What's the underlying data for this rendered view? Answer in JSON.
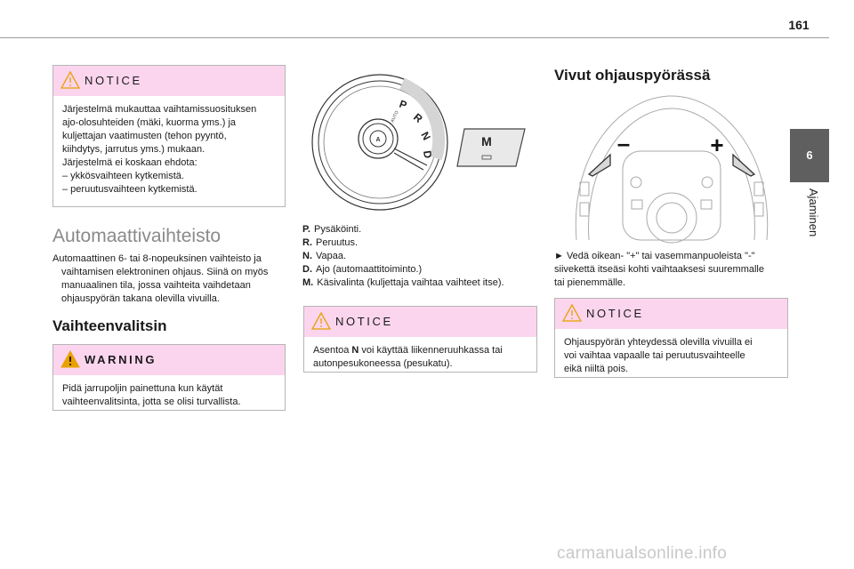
{
  "page_number": "161",
  "chapter": {
    "number": "6",
    "title": "Ajaminen"
  },
  "notice_1": {
    "title": "NOTICE",
    "lines": [
      "Järjestelmä mukauttaa vaihtamissuosituksen",
      "ajo-olosuhteiden (mäki, kuorma yms.) ja",
      "kuljettajan vaatimusten (tehon pyyntö,",
      "kiihdytys, jarrutus yms.) mukaan.",
      "Järjestelmä ei koskaan ehdota:",
      "–  ykkösvaihteen kytkemistä.",
      "–  peruutusvaihteen kytkemistä."
    ]
  },
  "auto_section": {
    "heading": "Automaattivaihteisto",
    "lines": [
      "Automaattinen 6- tai 8-nopeuksinen vaihteisto ja",
      "vaihtamisen elektroninen ohjaus. Siinä on myös",
      "manuaalinen tila, jossa vaihteita vaihdetaan",
      "ohjauspyörän takana olevilla vivuilla."
    ]
  },
  "selector_section": {
    "heading": "Vaihteenvalitsin"
  },
  "warning": {
    "title": "WARNING",
    "lines": [
      "Pidä jarrupoljin painettuna kun käytät",
      "vaihteenvalitsinta, jotta se olisi turvallista."
    ]
  },
  "selector_illustration": {
    "dial_letters": [
      "P",
      "R",
      "N",
      "D"
    ],
    "button_letter": "M",
    "badge_text": "AUTO"
  },
  "gear_list": [
    {
      "key": "P.",
      "text": "Pysäköinti."
    },
    {
      "key": "R.",
      "text": "Peruutus."
    },
    {
      "key": "N.",
      "text": "Vapaa."
    },
    {
      "key": "D.",
      "text": "Ajo (automaattitoiminto.)"
    },
    {
      "key": "M.",
      "text": "Käsivalinta (kuljettaja vaihtaa vaihteet itse)."
    }
  ],
  "notice_2": {
    "title": "NOTICE",
    "line1_pre": "Asentoa ",
    "line1_bold": "N",
    "line1_post": " voi käyttää liikenneruuhkassa tai",
    "line2": "autonpesukoneessa (pesukatu)."
  },
  "paddles_section": {
    "heading": "Vivut ohjauspyörässä",
    "paddle_minus": "–",
    "paddle_plus": "+",
    "instruction_lines": [
      "►  Vedä oikean- \"+\" tai vasemmanpuoleista \"-\"",
      "siivekettä itseäsi kohti vaihtaaksesi suuremmalle",
      "tai pienemmälle."
    ]
  },
  "notice_3": {
    "title": "NOTICE",
    "lines": [
      "Ohjauspyörän yhteydessä olevilla vivuilla ei",
      "voi vaihtaa vapaalle tai peruutusvaihteelle",
      "eikä niiltä pois."
    ]
  },
  "watermark": "carmanualsonline.info",
  "colors": {
    "notice_bg": "#fbd5ee",
    "tab_bg": "#5f5f5f",
    "warning_icon": "#e8a100"
  }
}
